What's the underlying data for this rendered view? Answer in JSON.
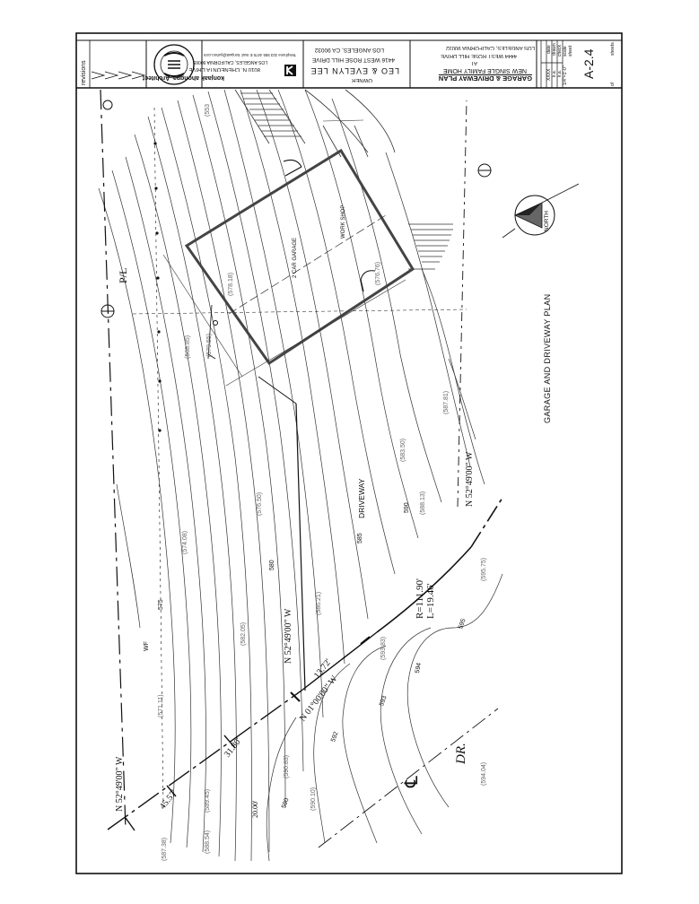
{
  "title_block": {
    "revisions_label": "revisions",
    "architect_name": "konjaak ahongpa, Architect",
    "architect_address": "8010 N. CHENEONTA DRIVE",
    "architect_city": "LOS ANGELES, CALIFORNIA 90065",
    "architect_phone": "Telephone 323 555 4475  E mail: konjaak@yahoo.com",
    "owner_label": "OWNER",
    "owner_name": "LEO & EVELYN LEE",
    "owner_address": "4416 WEST ROSE HILL DRIVE",
    "owner_city": "LOS ANGELES, CA 90032",
    "sheet_title": "GARAGE & DRIVEWAY PLAN",
    "project_line1": "NEW SINGLE FAMILY HOME",
    "project_at": "AT",
    "project_address": "4444 WEST ROSE HILL DRIVE",
    "project_city": "LOS ANGELES, CALIFORNIA 90032",
    "date_label": "date",
    "date_value": "XXXX",
    "drawn_label": "drawn",
    "drawn_value": "k.a.",
    "check_label": "check",
    "check_value": "k.a.",
    "scale_label": "scale",
    "scale_value": "1/4\"=1'-0\"",
    "sheet_label": "sheet",
    "sheet_number": "A-2.4",
    "of_label": "of",
    "sheets_label": "sheets"
  },
  "plan": {
    "drawing_title": "GARAGE AND DRIVEWAY PLAN",
    "north_label": "NORTH",
    "garage_label": "2 CAR GARAGE",
    "workshop_label": "WORK SHOP",
    "driveway_label": "DRIVEWAY",
    "property_line_label": "P/L",
    "street_label": "DR.",
    "centerline_symbol": "℄",
    "wf_label": "WF",
    "curve_radius": "R=111.90'",
    "curve_length": "L=19.46'",
    "bearing_top": "N 52°49'00\" W",
    "bearing_right": "N 52°49'00\" W",
    "bearing_middle": "N 52°49'00\" W",
    "bearing_short": "N 01°00'00\" W",
    "dim_13_72": "13.72'",
    "dim_31_80": "31.80'",
    "dim_45_57": "45.57'",
    "dim_20": "20.00'",
    "contours": [
      "575",
      "580",
      "585",
      "590",
      "590",
      "592",
      "593",
      "594",
      "595"
    ],
    "spot_elevations": [
      "(553",
      "(568.85)",
      "(574.08)",
      "(576.50)",
      "(582.05)",
      "(586.21)",
      "(587.81)",
      "(583.50)",
      "(588.13)",
      "(593.83)",
      "(595.75)",
      "(590.83)",
      "(589.45)",
      "(588.54)",
      "(587.38)",
      "(590.10)",
      "(594.04)",
      "(576.76)",
      "(578.18)",
      "(571.11)",
      "(579.55)"
    ]
  }
}
